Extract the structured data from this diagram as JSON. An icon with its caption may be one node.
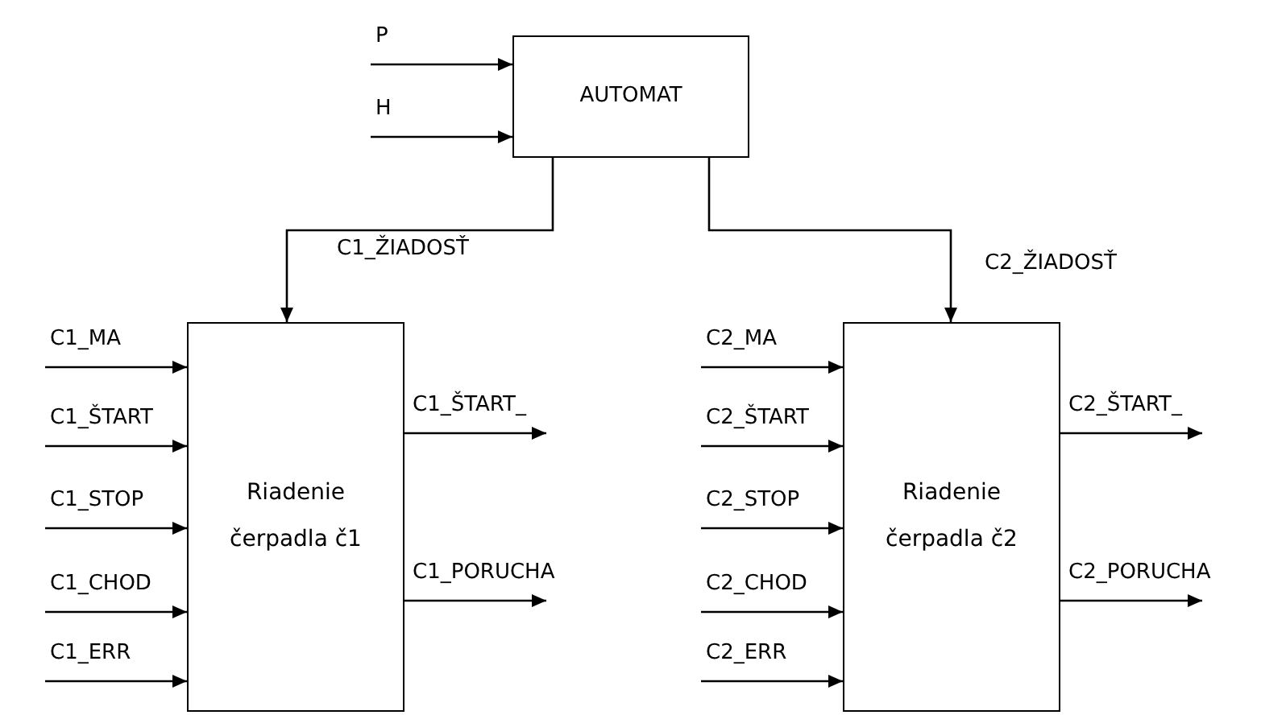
{
  "diagram": {
    "nodes": [
      {
        "text": [
          "AUTOMAT"
        ]
      },
      {
        "text": [
          "Riadenie čerpadla č1"
        ]
      },
      {
        "text": [
          "Riadenie čerpadla č2"
        ]
      }
    ],
    "edges": [
      {
        "from": null,
        "to": 0,
        "arrow": "to",
        "label": "P"
      },
      {
        "from": null,
        "to": 0,
        "arrow": "to",
        "label": "H"
      },
      {
        "from": 0,
        "to": 1,
        "arrow": "to",
        "label": "C1_ŽIADOSŤ"
      },
      {
        "from": 0,
        "to": 2,
        "arrow": "to",
        "label": "C2_ŽIADOSŤ"
      },
      {
        "from": null,
        "to": 1,
        "arrow": "to",
        "label": "C1_MA"
      },
      {
        "from": null,
        "to": 1,
        "arrow": "to",
        "label": "C1_ŠTART"
      },
      {
        "from": null,
        "to": 1,
        "arrow": "to",
        "label": "C1_STOP"
      },
      {
        "from": null,
        "to": 1,
        "arrow": "to",
        "label": "C1_CHOD"
      },
      {
        "from": null,
        "to": 1,
        "arrow": "to",
        "label": "C1_ERR"
      },
      {
        "from": 1,
        "to": null,
        "arrow": "to",
        "label": "C1_ŠTART_"
      },
      {
        "from": 1,
        "to": null,
        "arrow": "to",
        "label": "C1_PORUCHA"
      },
      {
        "from": null,
        "to": 2,
        "arrow": "to",
        "label": "C2_MA"
      },
      {
        "from": null,
        "to": 2,
        "arrow": "to",
        "label": "C2_ŠTART"
      },
      {
        "from": null,
        "to": 2,
        "arrow": "to",
        "label": "C2_STOP"
      },
      {
        "from": null,
        "to": 2,
        "arrow": "to",
        "label": "C2_CHOD"
      },
      {
        "from": null,
        "to": 2,
        "arrow": "to",
        "label": "C2_ERR"
      },
      {
        "from": 2,
        "to": null,
        "arrow": "to",
        "label": "C2_ŠTART_"
      },
      {
        "from": 2,
        "to": null,
        "arrow": "to",
        "label": "C2_PORUCHA"
      }
    ]
  }
}
